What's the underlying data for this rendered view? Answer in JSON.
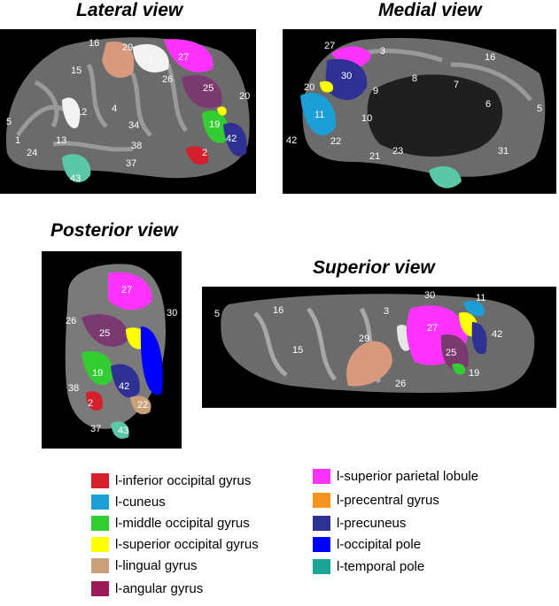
{
  "views": {
    "lateral": {
      "title": "Lateral view",
      "labels": [
        "16",
        "29",
        "3",
        "27",
        "15",
        "26",
        "25",
        "20",
        "12",
        "4",
        "5",
        "34",
        "19",
        "1",
        "13",
        "42",
        "38",
        "24",
        "2",
        "37",
        "43"
      ]
    },
    "medial": {
      "title": "Medial view",
      "labels": [
        "27",
        "3",
        "16",
        "30",
        "8",
        "7",
        "20",
        "9",
        "5",
        "11",
        "10",
        "6",
        "42",
        "22",
        "23",
        "21",
        "31"
      ]
    },
    "posterior": {
      "title": "Posterior view",
      "labels": [
        "27",
        "30",
        "26",
        "25",
        "19",
        "42",
        "38",
        "2",
        "22",
        "37",
        "43"
      ]
    },
    "superior": {
      "title": "Superior view",
      "labels": [
        "30",
        "11",
        "5",
        "16",
        "3",
        "27",
        "42",
        "29",
        "15",
        "25",
        "26",
        "19"
      ]
    }
  },
  "legend": {
    "left": [
      {
        "label": "l-inferior occipital gyrus",
        "color": "#d4202c"
      },
      {
        "label": "l-cuneus",
        "color": "#1c9fd6"
      },
      {
        "label": "l-middle occipital gyrus",
        "color": "#33cc33"
      },
      {
        "label": "l-superior occipital gyrus",
        "color": "#ffff00"
      },
      {
        "label": "l-lingual gyrus",
        "color": "#c9a07a"
      },
      {
        "label": "l-angular gyrus",
        "color": "#9c1a55"
      }
    ],
    "right": [
      {
        "label": "l-superior parietal lobule",
        "color": "#ff33ff"
      },
      {
        "label": "l-precentral gyrus",
        "color": "#f7941d"
      },
      {
        "label": "l-precuneus",
        "color": "#2e3192"
      },
      {
        "label": "l-occipital pole",
        "color": "#0000ff"
      },
      {
        "label": "l-temporal pole",
        "color": "#1ba396"
      }
    ]
  }
}
